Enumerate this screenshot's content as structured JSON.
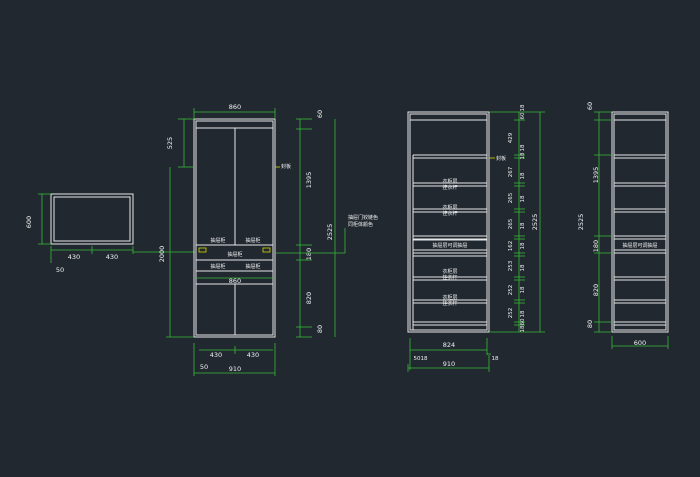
{
  "left_cabinet": {
    "dim_height": "600",
    "dim_width_left": "430",
    "dim_width_right": "430",
    "dim_offset": "50"
  },
  "front_view": {
    "dim_top_width": "860",
    "dim_top_gap": "525",
    "dim_total_height": "2000",
    "dim_inner_width": "860",
    "dim_bottom_left": "430",
    "dim_bottom_right": "430",
    "dim_bottom_offset": "50",
    "dim_bottom_total": "910",
    "drawer_labels": [
      "抽屉柜",
      "抽屉柜",
      "抽屉柜",
      "抽屉柜",
      "抽屉柜"
    ],
    "side_label": "封板",
    "right_dims": [
      "60",
      "1395",
      "180",
      "820",
      "80"
    ],
    "right_total": "2525",
    "note_line1": "抽屉门铰链色",
    "note_line2": "同柜体颜色"
  },
  "section_view": {
    "side_label": "封板",
    "shelf_labels": [
      {
        "l1": "衣柜层",
        "l2": "挂衣杆"
      },
      {
        "l1": "衣柜层",
        "l2": "挂衣杆"
      },
      {
        "l1": "抽屉层可调抽屉",
        "l2": ""
      },
      {
        "l1": "衣柜层",
        "l2": "挂衣杆"
      },
      {
        "l1": "衣柜层",
        "l2": "挂衣杆"
      }
    ],
    "right_dims": [
      "18",
      "60",
      "429",
      "18",
      "18",
      "267",
      "18",
      "265",
      "18",
      "265",
      "18",
      "162",
      "18",
      "253",
      "18",
      "252",
      "18",
      "252",
      "18",
      "60",
      "18"
    ],
    "right_total": "2525",
    "dim_inner": "824",
    "dim_left_a": "50",
    "dim_left_b": "18",
    "dim_right": "18",
    "dim_total": "910"
  },
  "side_view": {
    "dim_top": "60",
    "dim_upper": "1395",
    "dim_total": "2525",
    "dim_mid": "180",
    "dim_lower": "820",
    "dim_bottom": "80",
    "dim_width": "600",
    "mid_label": "抽屉层可调抽屉"
  }
}
